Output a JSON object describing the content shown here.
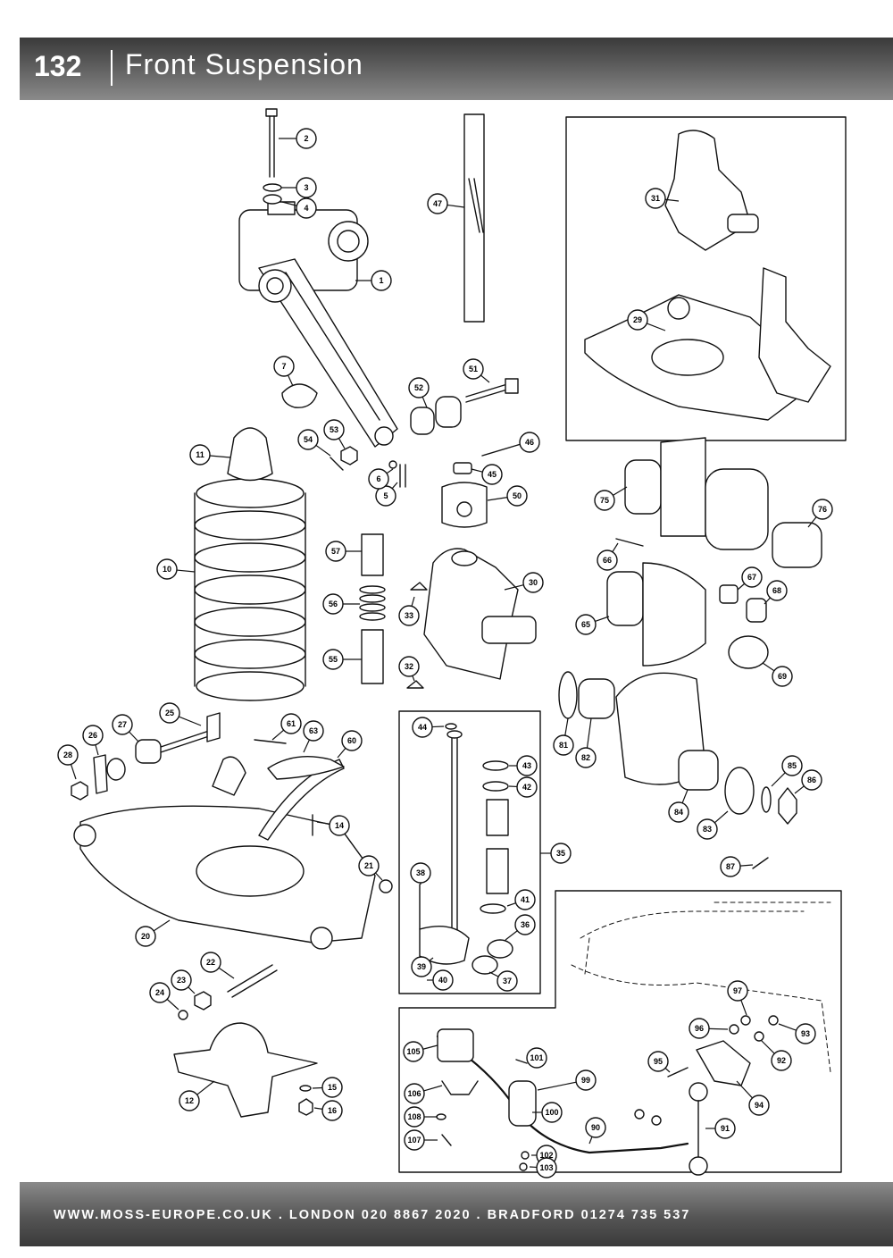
{
  "header": {
    "page_number": "132",
    "title": "Front Suspension"
  },
  "footer": {
    "text": "WWW.MOSS-EUROPE.CO.UK . LONDON 020 8867 2020 . BRADFORD 01274 735 537"
  },
  "callouts": [
    "1",
    "2",
    "3",
    "4",
    "5",
    "6",
    "7",
    "10",
    "11",
    "12",
    "14",
    "15",
    "16",
    "20",
    "21",
    "22",
    "23",
    "24",
    "25",
    "26",
    "27",
    "28",
    "29",
    "30",
    "31",
    "32",
    "33",
    "35",
    "36",
    "37",
    "38",
    "39",
    "40",
    "41",
    "42",
    "43",
    "44",
    "45",
    "46",
    "47",
    "50",
    "51",
    "52",
    "53",
    "54",
    "55",
    "56",
    "57",
    "60",
    "61",
    "63",
    "65",
    "66",
    "67",
    "68",
    "69",
    "75",
    "76",
    "81",
    "82",
    "83",
    "84",
    "85",
    "86",
    "87",
    "90",
    "91",
    "92",
    "93",
    "94",
    "95",
    "96",
    "97",
    "99",
    "100",
    "101",
    "102",
    "103",
    "105",
    "106",
    "107",
    "108"
  ]
}
